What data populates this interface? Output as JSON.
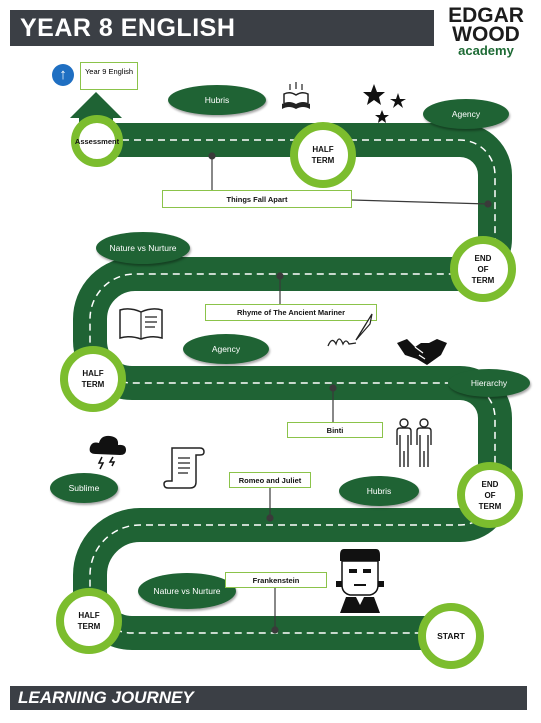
{
  "header": {
    "title": "YEAR 8 ENGLISH"
  },
  "logo": {
    "line1": "EDGAR",
    "line2": "WOOD",
    "sub": "academy"
  },
  "footer": {
    "title": "LEARNING JOURNEY"
  },
  "next_step": {
    "label": "Year 9 English"
  },
  "milestones": {
    "assessment": "Assessment",
    "half_term_1": "HALF TERM",
    "end_of_term_1": "END OF TERM",
    "half_term_2": "HALF TERM",
    "end_of_term_2": "END OF TERM",
    "half_term_3": "HALF TERM",
    "start": "START"
  },
  "themes": {
    "hubris_top": "Hubris",
    "agency_top": "Agency",
    "nature_top": "Nature vs Nurture",
    "agency_mid": "Agency",
    "hierarchy": "Hierarchy",
    "sublime": "Sublime",
    "hubris_low": "Hubris",
    "nature_low": "Nature vs Nurture"
  },
  "texts": {
    "things_fall_apart": "Things Fall Apart",
    "rhyme": "Rhyme of The Ancient Mariner",
    "binti": "Binti",
    "romeo": "Romeo and Juliet",
    "frankenstein": "Frankenstein"
  },
  "colors": {
    "road": "#1f6334",
    "ring": "#7cbd2e",
    "header": "#3b3f45",
    "arrow": "#1f6fc2"
  }
}
